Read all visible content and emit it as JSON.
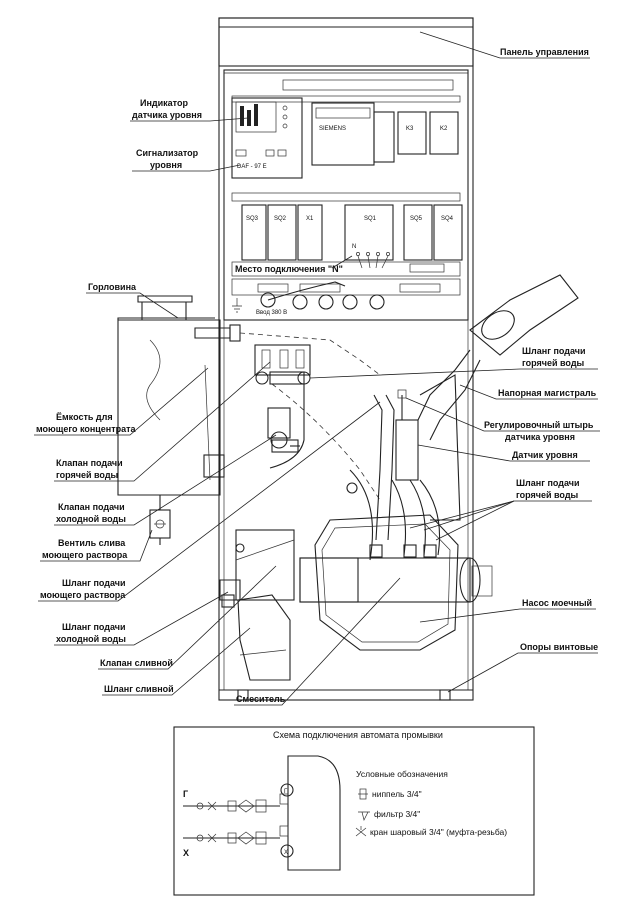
{
  "labels": {
    "control_panel": "Панель управления",
    "level_indicator_1": "Индикатор",
    "level_indicator_2": "датчика уровня",
    "signalizer_1": "Сигнализатор",
    "signalizer_2": "уровня",
    "n_connection": "Место подключения \"N\"",
    "neck": "Горловина",
    "hot_hose_top_1": "Шланг подачи",
    "hot_hose_top_2": "горячей воды",
    "pressure_line": "Напорная магистраль",
    "adj_pin_1": "Регулировочный штырь",
    "adj_pin_2": "датчика уровня",
    "level_sensor": "Датчик уровня",
    "tank_1": "Ёмкость для",
    "tank_2": "моющего концентрата",
    "hot_valve_1": "Клапан подачи",
    "hot_valve_2": "горячей воды",
    "hot_hose_mid_1": "Шланг подачи",
    "hot_hose_mid_2": "горячей воды",
    "cold_valve_1": "Клапан подачи",
    "cold_valve_2": "холодной воды",
    "drain_tap_1": "Вентиль слива",
    "drain_tap_2": "моющего раствора",
    "detergent_hose_1": "Шланг подачи",
    "detergent_hose_2": "моющего раствора",
    "wash_pump": "Насос моечный",
    "cold_hose_1": "Шланг подачи",
    "cold_hose_2": "холодной воды",
    "screw_supports": "Опоры винтовые",
    "drain_valve": "Клапан сливной",
    "drain_hose": "Шланг сливной",
    "mixer": "Смеситель"
  },
  "panel_components": {
    "siemens": "SIEMENS",
    "k3": "K3",
    "k2": "K2",
    "device_model": "DAF - 97 E",
    "sq3": "SQ3",
    "sq2": "SQ2",
    "x1": "X1",
    "sq1": "SQ1",
    "sq5": "SQ5",
    "sq4": "SQ4",
    "n_mark": "N",
    "input_label": "Ввод 380 В"
  },
  "connection_scheme": {
    "title": "Схема подключения автомата промывки",
    "hot_line_letter": "Г",
    "cold_line_letter": "Х",
    "hot_circle_letter": "Г",
    "cold_circle_letter": "Х",
    "legend_title": "Условные обозначения",
    "legend_items": [
      {
        "icon": "nipple-icon",
        "text": "ниппель 3/4\""
      },
      {
        "icon": "filter-icon",
        "text": "фильтр 3/4\""
      },
      {
        "icon": "ball-valve-icon",
        "text": "кран шаровый 3/4\" (муфта-резьба)"
      }
    ]
  }
}
